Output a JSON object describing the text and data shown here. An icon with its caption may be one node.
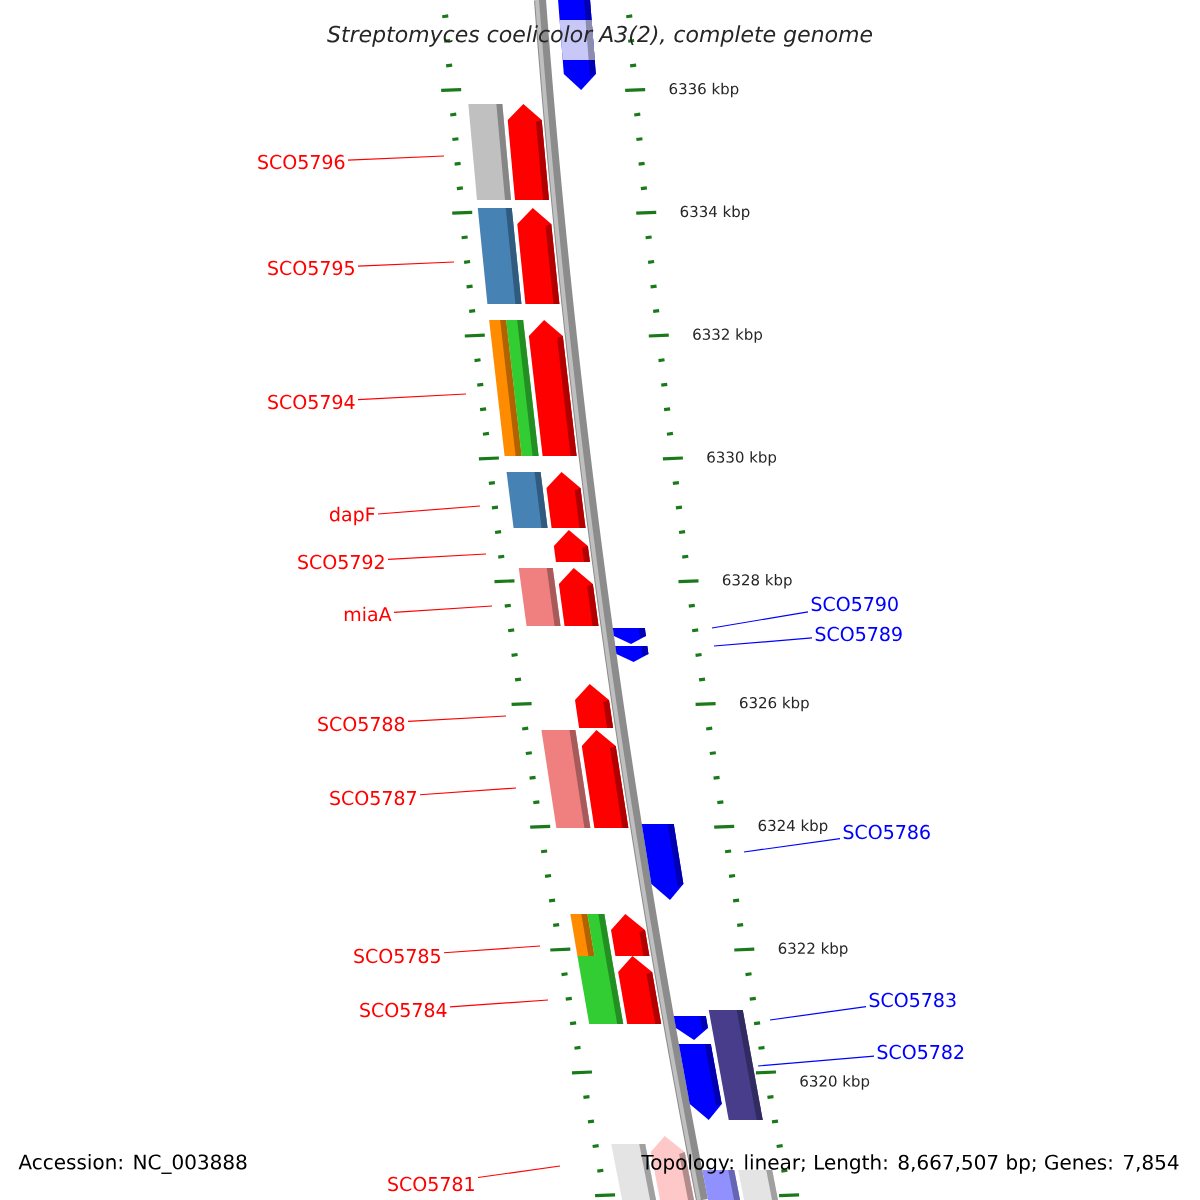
{
  "diagram": {
    "title": "Streptomyces coelicolor A3(2), complete genome",
    "nodes": [
      {
        "text": [
          "SCO5796"
        ]
      },
      {
        "text": [
          "SCO5795"
        ]
      },
      {
        "text": [
          "SCO5794"
        ]
      },
      {
        "text": [
          "dapF"
        ]
      },
      {
        "text": [
          "SCO5792"
        ]
      },
      {
        "text": [
          "miaA"
        ]
      },
      {
        "text": [
          "SCO5790"
        ]
      },
      {
        "text": [
          "SCO5789"
        ]
      },
      {
        "text": [
          "SCO5788"
        ]
      },
      {
        "text": [
          "SCO5787"
        ]
      },
      {
        "text": [
          "SCO5786"
        ]
      },
      {
        "text": [
          "SCO5785"
        ]
      },
      {
        "text": [
          "SCO5784"
        ]
      },
      {
        "text": [
          "SCO5783"
        ]
      },
      {
        "text": [
          "SCO5782"
        ]
      },
      {
        "text": [
          "SCO5781"
        ]
      }
    ],
    "edges": [
      {
        "from": 0,
        "to": null,
        "arrow": "none"
      },
      {
        "from": 1,
        "to": null,
        "arrow": "none"
      },
      {
        "from": 2,
        "to": null,
        "arrow": "none"
      },
      {
        "from": 3,
        "to": null,
        "arrow": "none"
      },
      {
        "from": 4,
        "to": null,
        "arrow": "none"
      },
      {
        "from": 5,
        "to": null,
        "arrow": "none"
      },
      {
        "from": 6,
        "to": null,
        "arrow": "none",
        "color": "#0000ff"
      },
      {
        "from": 7,
        "to": null,
        "arrow": "none",
        "color": "#0000ff"
      },
      {
        "from": 8,
        "to": null,
        "arrow": "none"
      },
      {
        "from": 9,
        "to": null,
        "arrow": "none"
      },
      {
        "from": 10,
        "to": null,
        "arrow": "none",
        "color": "#0000ff"
      },
      {
        "from": 11,
        "to": null,
        "arrow": "none"
      },
      {
        "from": 12,
        "to": null,
        "arrow": "none"
      },
      {
        "from": 13,
        "to": null,
        "arrow": "none",
        "color": "#0000ff"
      },
      {
        "from": 14,
        "to": null,
        "arrow": "none",
        "color": "#0000ff"
      },
      {
        "from": 15,
        "to": null,
        "arrow": "none"
      }
    ],
    "labels": [
      "6336 kbp",
      "6334 kbp",
      "6332 kbp",
      "6330 kbp",
      "6328 kbp",
      "6326 kbp",
      "6324 kbp",
      "6322 kbp",
      "6320 kbp",
      "Accession: NC_003888",
      "Topology: linear; Length: 8,667,507 bp; Genes: 7,854"
    ]
  }
}
